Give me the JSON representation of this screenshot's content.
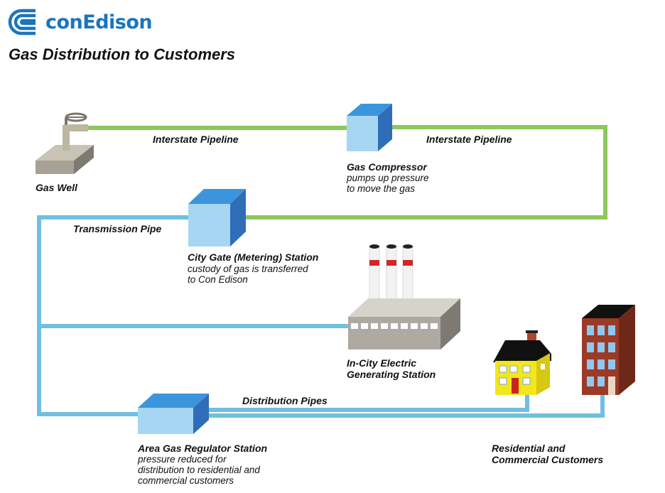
{
  "brand": {
    "name": "conEdison",
    "color": "#1b75bc"
  },
  "title": "Gas Distribution to Customers",
  "colors": {
    "pipeline_green": "#8dc85a",
    "pipe_blue": "#6fc0e0",
    "station_front": "#a6d6f2",
    "station_side": "#2f6db8",
    "station_top": "#3c95dc"
  },
  "labels": {
    "gas_well": "Gas Well",
    "interstate_pipeline_1": "Interstate Pipeline",
    "interstate_pipeline_2": "Interstate Pipeline",
    "gas_compressor": {
      "title": "Gas Compressor",
      "line1": "pumps up pressure",
      "line2": "to move the gas"
    },
    "transmission_pipe": "Transmission Pipe",
    "city_gate": {
      "title": "City Gate (Metering) Station",
      "line1": "custody of gas is transferred",
      "line2": "to Con Edison"
    },
    "electric_station": {
      "line1": "In-City Electric",
      "line2": "Generating Station"
    },
    "distribution_pipes": "Distribution Pipes",
    "regulator": {
      "title": "Area Gas Regulator Station",
      "line1": "pressure reduced for",
      "line2": "distribution to residential and",
      "line3": "commercial customers"
    },
    "customers": {
      "line1": "Residential and",
      "line2": "Commercial Customers"
    }
  }
}
